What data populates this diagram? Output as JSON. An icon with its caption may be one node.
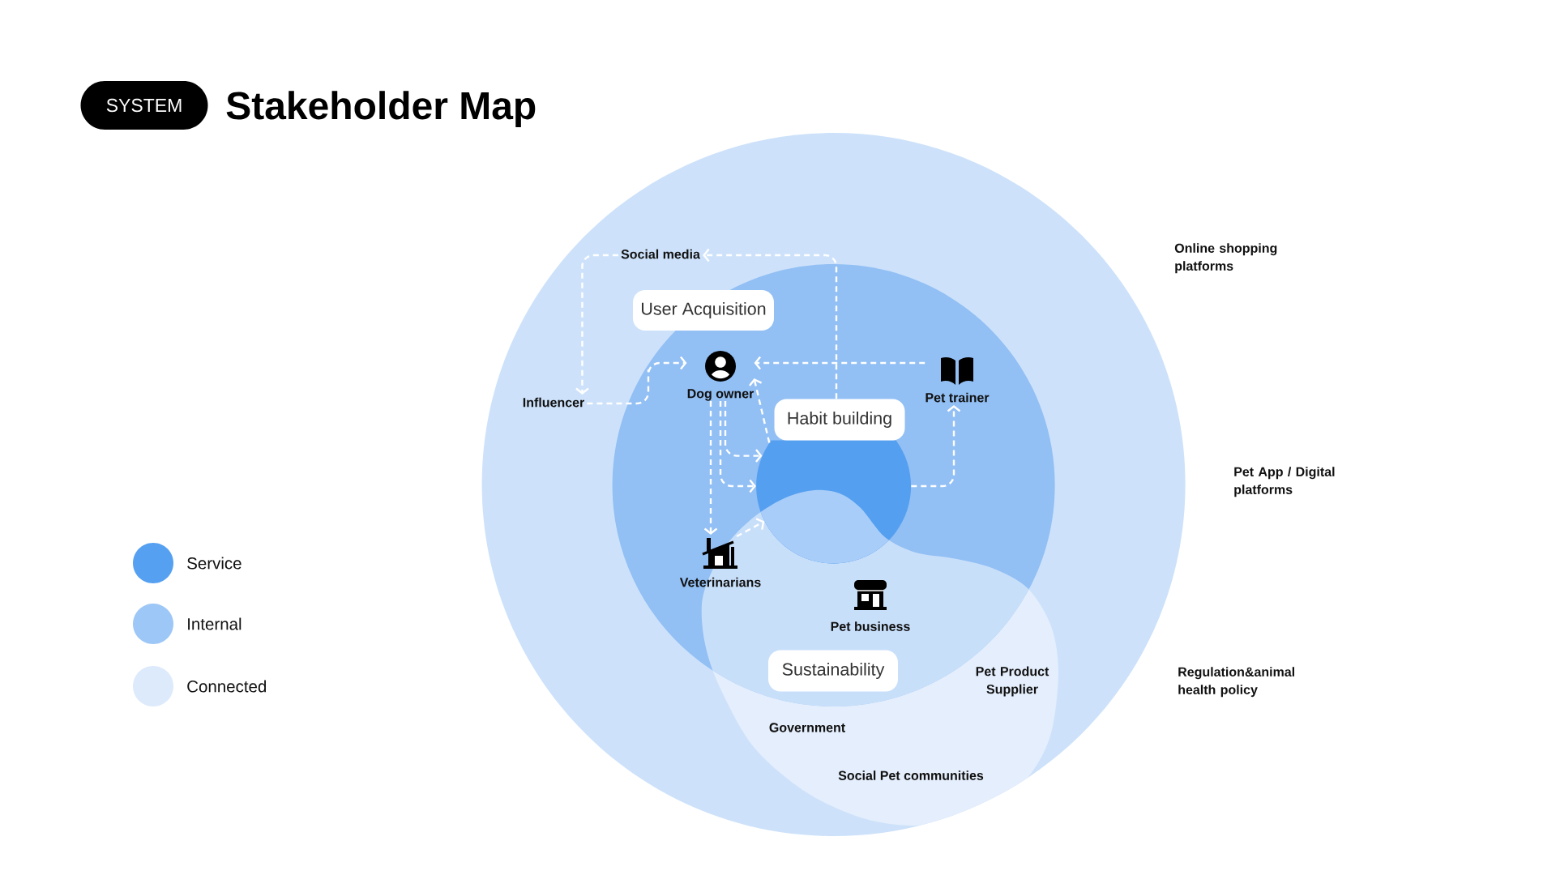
{
  "diagram": {
    "title": "Stakeholder Map",
    "nodes": [
      {
        "text": [
          "SYSTEM"
        ]
      },
      {
        "text": [
          "Social media"
        ]
      },
      {
        "text": [
          "User Acquisition"
        ]
      },
      {
        "text": [
          "Influencer"
        ]
      },
      {
        "text": [
          "Dog owner"
        ]
      },
      {
        "text": [
          "Pet trainer"
        ]
      },
      {
        "text": [
          "Habit building"
        ]
      },
      {
        "text": [],
        "shape": "circle"
      },
      {
        "text": [
          "Veterinarians"
        ]
      },
      {
        "text": [
          "Sustainability"
        ]
      }
    ],
    "edges": [
      {
        "from": 1,
        "to": 3,
        "arrow": "to",
        "style": "dashed"
      },
      {
        "from": 6,
        "to": 1,
        "arrow": "to",
        "style": "dashed"
      },
      {
        "from": 3,
        "to": 4,
        "arrow": "to",
        "style": "dashed"
      },
      {
        "from": 5,
        "to": 4,
        "arrow": "to",
        "style": "dashed"
      },
      {
        "from": 7,
        "to": 4,
        "arrow": "to",
        "style": "dashed"
      },
      {
        "from": 4,
        "to": 7,
        "arrow": "to",
        "style": "dashed"
      },
      {
        "from": 4,
        "to": 7,
        "arrow": "to",
        "style": "dashed"
      },
      {
        "from": 4,
        "to": 8,
        "arrow": "to",
        "style": "dashed"
      },
      {
        "from": 8,
        "to": 7,
        "arrow": "to",
        "style": "dashed"
      },
      {
        "from": 7,
        "to": 5,
        "arrow": "to",
        "style": "dashed"
      }
    ],
    "labels": [
      "Online shopping platforms",
      "Pet App / Digital platforms",
      "Pet business",
      "Pet Product Supplier",
      "Regulation&animal health policy",
      "Government",
      "Social Pet communities"
    ],
    "legend": [
      {
        "text": "Service",
        "color": "#55a0f1"
      },
      {
        "text": "Internal",
        "color": "#9dc7f7"
      },
      {
        "text": "Connected",
        "color": "#ddeafc"
      }
    ]
  }
}
